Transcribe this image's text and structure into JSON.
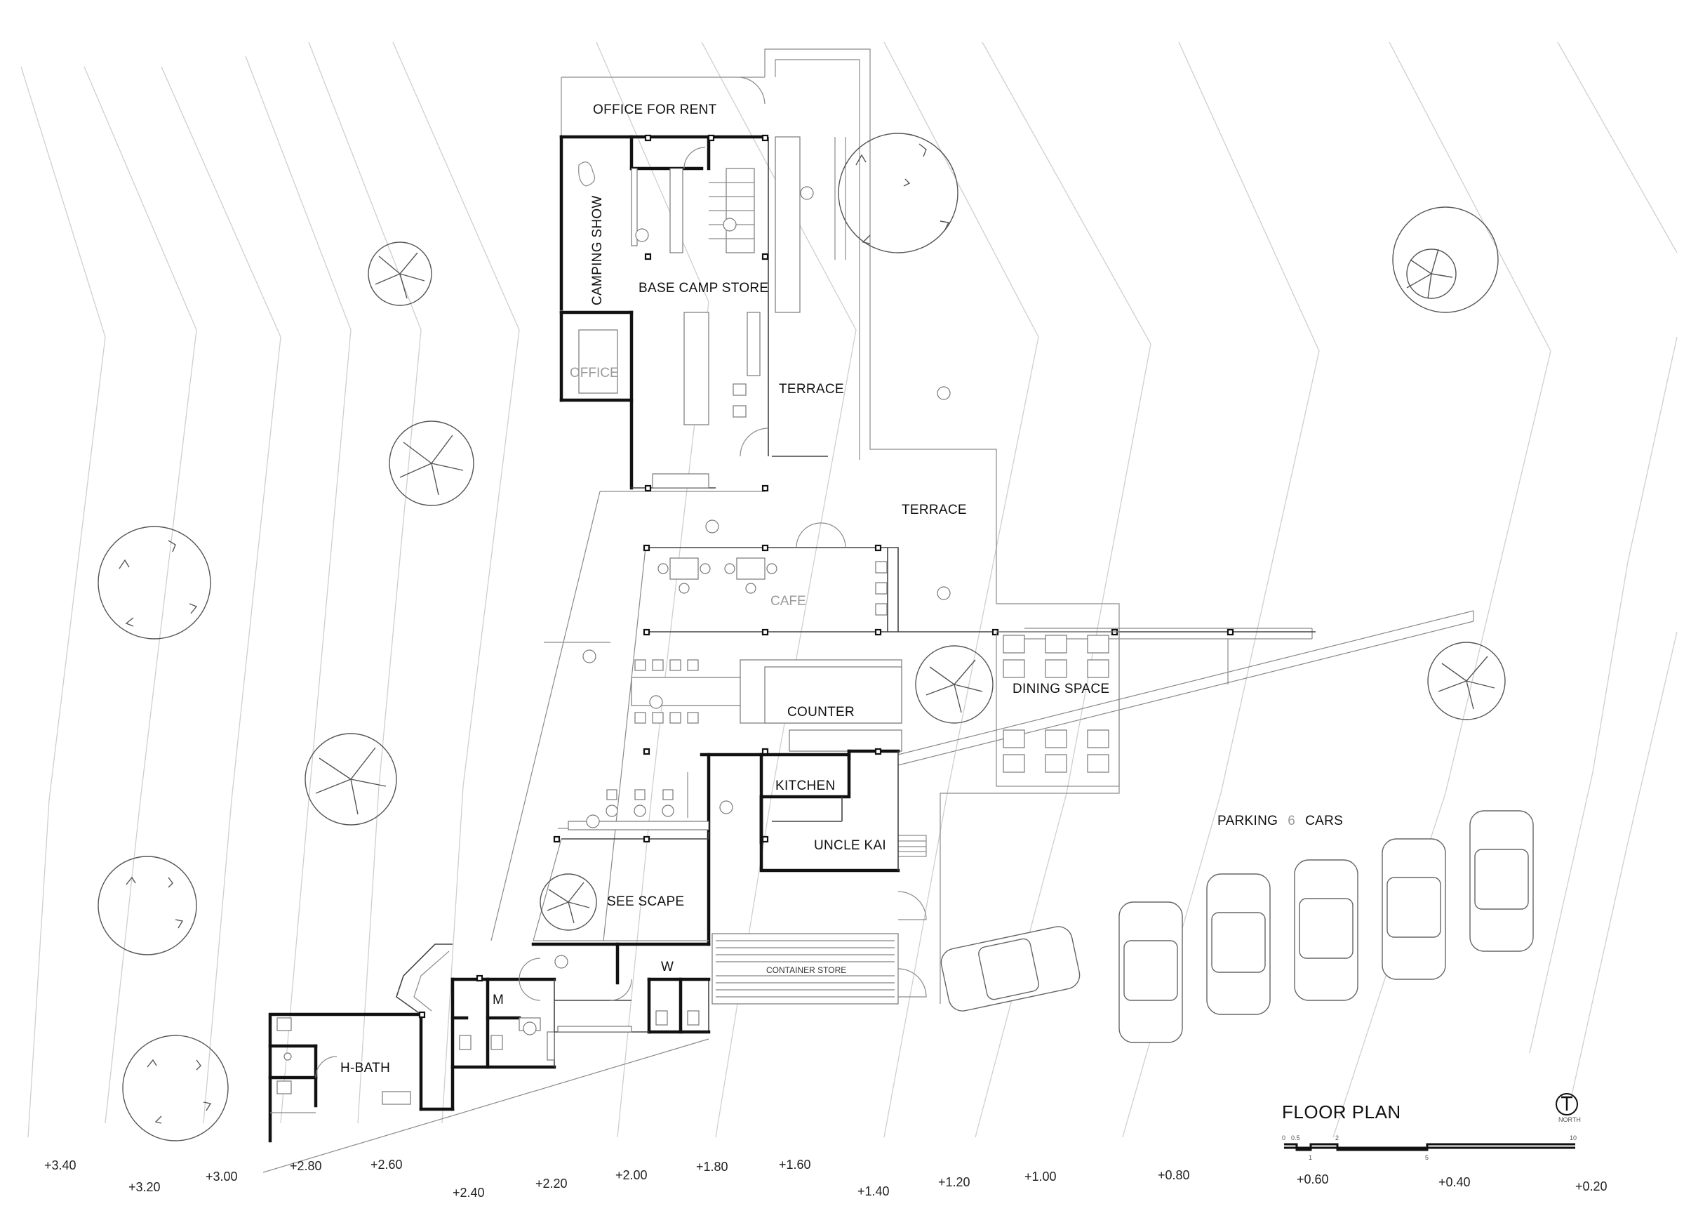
{
  "title": "FLOOR PLAN",
  "north_label": "NORTH",
  "rooms": {
    "office_for_rent": "OFFICE FOR RENT",
    "camping_show": "CAMPING SHOW",
    "base_camp_store": "BASE CAMP STORE",
    "office": "OFFICE",
    "terrace_upper": "TERRACE",
    "terrace_mid": "TERRACE",
    "cafe": "CAFE",
    "counter": "COUNTER",
    "dining_space": "DINING SPACE",
    "kitchen": "KITCHEN",
    "uncle_kai": "UNCLE KAI",
    "see_scape": "SEE SCAPE",
    "w": "W",
    "m": "M",
    "h_bath": "H-BATH",
    "container_store": "CONTAINER STORE",
    "parking_prefix": "PARKING",
    "parking_count": "6",
    "parking_suffix": "CARS"
  },
  "levels": [
    "+3.40",
    "+3.20",
    "+3.00",
    "+2.80",
    "+2.60",
    "+2.40",
    "+2.20",
    "+2.00",
    "+1.80",
    "+1.60",
    "+1.40",
    "+1.20",
    "+1.00",
    "+0.80",
    "+0.60",
    "+0.40",
    "+0.20"
  ],
  "scale_bar": {
    "ticks": [
      "0",
      "0.5",
      "1",
      "2",
      "5",
      "10"
    ]
  }
}
